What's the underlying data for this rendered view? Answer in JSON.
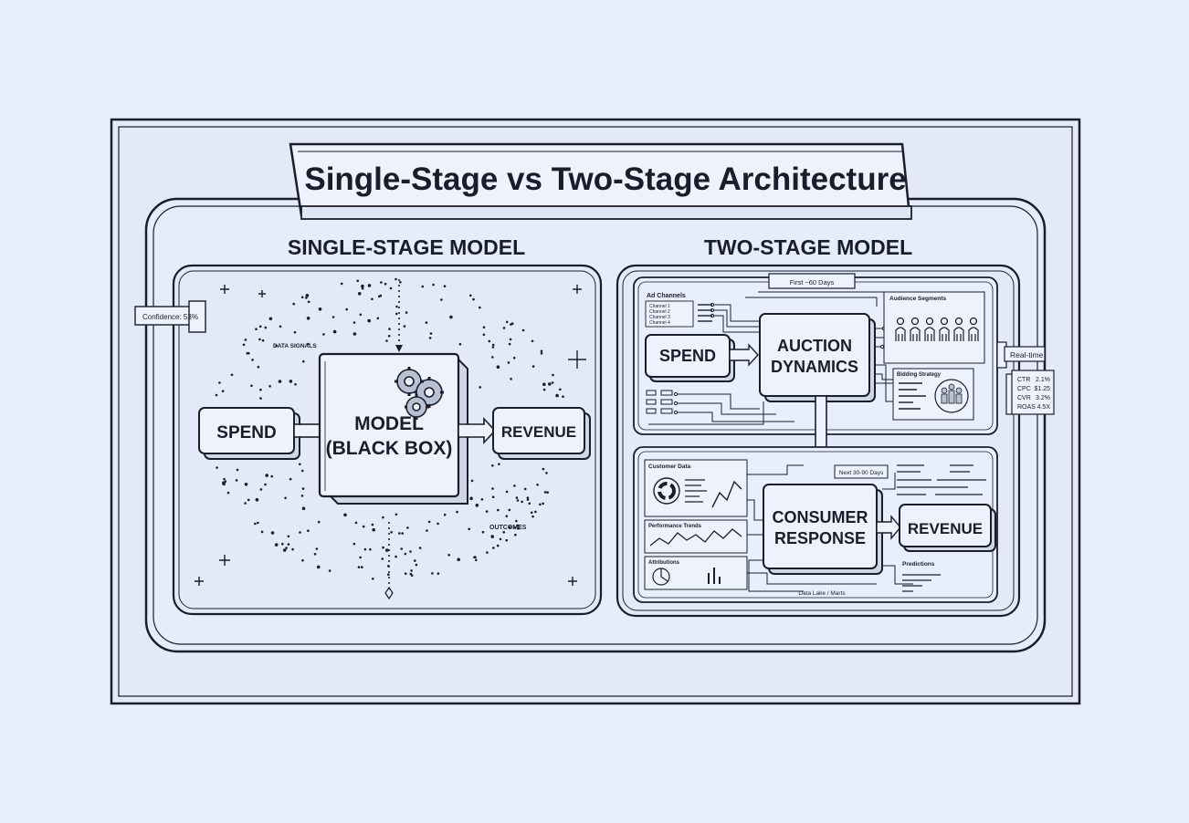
{
  "title": "Single-Stage vs Two-Stage Architecture",
  "single_stage": {
    "heading": "SINGLE-STAGE MODEL",
    "confidence": "Confidence: 53%",
    "data_signals": "DATA SIGNALS",
    "outcomes": "OUTCOMES",
    "spend": "SPEND",
    "model_line1": "MODEL",
    "model_line2": "(BLACK BOX)",
    "revenue": "REVENUE",
    "gear_icon": "gears-icon"
  },
  "two_stage": {
    "heading": "TWO-STAGE MODEL",
    "upper": {
      "period": "First ~60 Days",
      "ad_channels": "Ad Channels",
      "channels": [
        "Channel 1",
        "Channel 2",
        "Channel 3",
        "Channel 4"
      ],
      "audience_segments": "Audience Segments",
      "bidding_strategy": "Bidding Strategy",
      "spend": "SPEND",
      "auction_line1": "AUCTION",
      "auction_line2": "DYNAMICS"
    },
    "realtime": "Real-time",
    "metrics": [
      {
        "name": "CTR",
        "value": "2.1%"
      },
      {
        "name": "CPC",
        "value": "$1.25"
      },
      {
        "name": "CVR",
        "value": "3.2%"
      },
      {
        "name": "ROAS",
        "value": "4.5X"
      }
    ],
    "lower": {
      "customer_data": "Customer Data",
      "performance_trends": "Performance Trends",
      "attributions": "Attributions",
      "period": "Next 30-90 Days",
      "consumer_line1": "CONSUMER",
      "consumer_line2": "RESPONSE",
      "revenue": "REVENUE",
      "predictions": "Predictions",
      "data_lake": "Data Lake / Marts"
    }
  },
  "colors": {
    "background": "#e9eefb",
    "panel": "#e3e9f8",
    "ink": "#1b1e2a",
    "box": "#eef2fc"
  }
}
